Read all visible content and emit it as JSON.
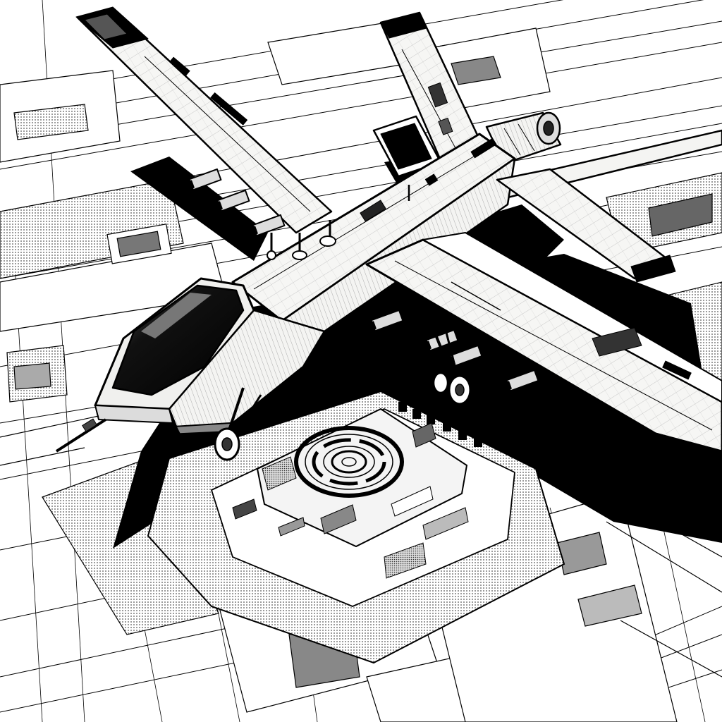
{
  "scene": {
    "subject": "sci-fi-jet-aircraft",
    "style": "black-and-white-ink-illustration",
    "setting": "landing-pad-with-circular-target",
    "colors": {
      "paper": "#ffffff",
      "ink": "#000000",
      "hull": "#f4f4f2",
      "hull_shade": "#cfcfcb",
      "mid_gray": "#8a8a8a",
      "dot_gray": "#6e6e6e"
    },
    "icons": [
      "aircraft-icon",
      "landing-target-icon",
      "cockpit-canopy-icon",
      "engine-nacelle-icon",
      "landing-gear-icon"
    ]
  }
}
